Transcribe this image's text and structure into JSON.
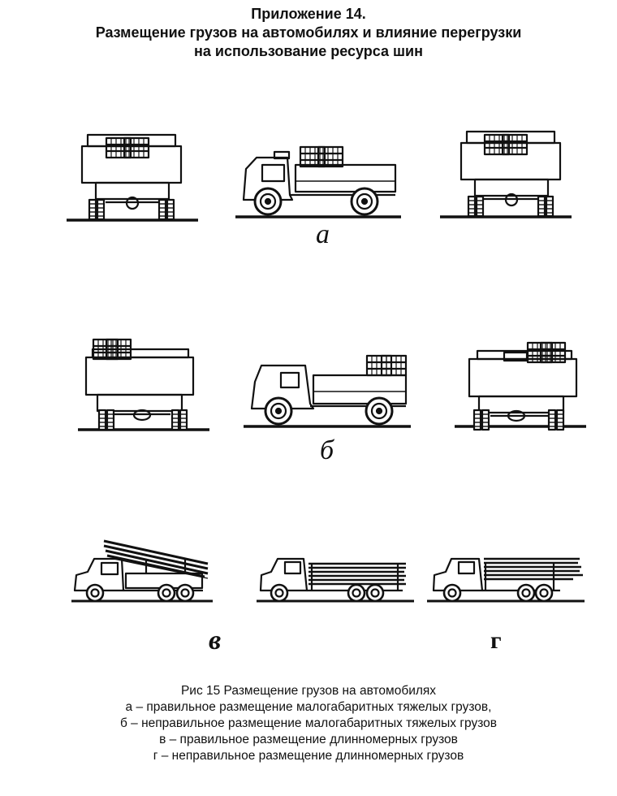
{
  "header": {
    "appendix": "Приложение 14.",
    "title_line1": "Размещение грузов на автомобилях и влияние перегрузки",
    "title_line2": "на использование ресурса  шин"
  },
  "figure": {
    "label_a": "а",
    "label_b": "б",
    "label_v": "в",
    "label_g": "г"
  },
  "caption": {
    "line1": "Рис  15  Размещение грузов на автомобилях",
    "line2": "а – правильное размещение малогабаритных тяжелых грузов,",
    "line3": "б – неправильное размещение малогабаритных тяжелых грузов",
    "line4": "в – правильное размещение длинномерных грузов",
    "line5": "г – неправильное размещение длинномерных грузов"
  }
}
